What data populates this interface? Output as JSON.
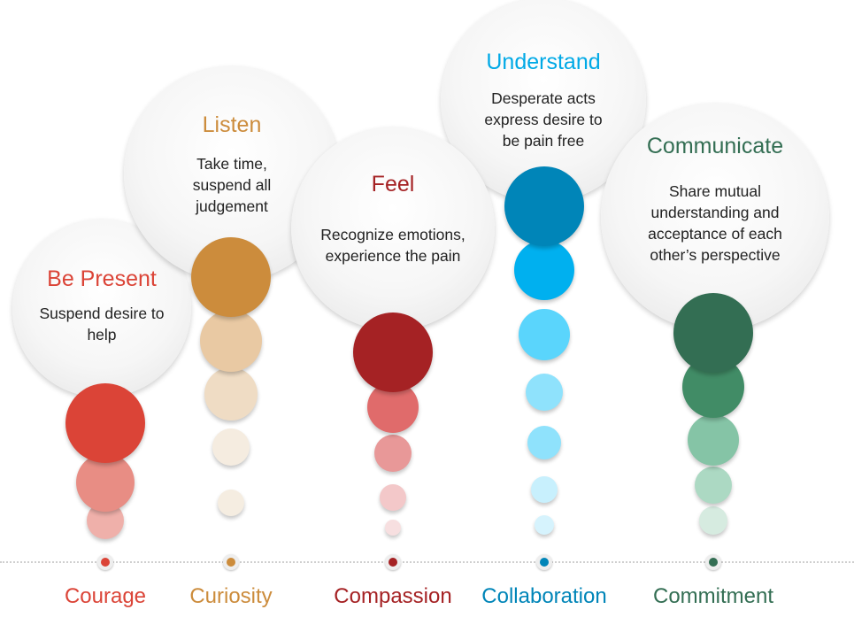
{
  "columns": [
    {
      "value": "Courage",
      "title": "Be Present",
      "text": "Suspend desire to help",
      "color": "#db4437",
      "dots": [
        "#db4437",
        "#e88d84",
        "#efb0aa"
      ]
    },
    {
      "value": "Curiosity",
      "title": "Listen",
      "text": "Take time, suspend all judgement",
      "color": "#cc8c3c",
      "dots": [
        "#cc8c3c",
        "#e9c9a3",
        "#efdcc4",
        "#f5ece0",
        "#f5ede1"
      ]
    },
    {
      "value": "Compassion",
      "title": "Feel",
      "text": "Recognize emotions, experience the pain",
      "color": "#a52224",
      "dots": [
        "#a52224",
        "#e06b6b",
        "#e89898",
        "#f3c8c9",
        "#f7dfe0"
      ]
    },
    {
      "value": "Collaboration",
      "title": "Understand",
      "text": "Desperate acts express desire to be pain free",
      "color": "#00a9e6",
      "label_color": "#0085b8",
      "dots": [
        "#0085b8",
        "#00b0ef",
        "#5ad5fc",
        "#8fe2fc",
        "#8fe2fc",
        "#c8f0fd",
        "#d6f3fd"
      ]
    },
    {
      "value": "Commitment",
      "title": "Communicate",
      "text": "Share mutual understanding and acceptance of each other’s perspective",
      "color": "#336e53",
      "dots": [
        "#336e53",
        "#418c66",
        "#85c4a6",
        "#acd9c3",
        "#d6ebe0"
      ]
    }
  ]
}
